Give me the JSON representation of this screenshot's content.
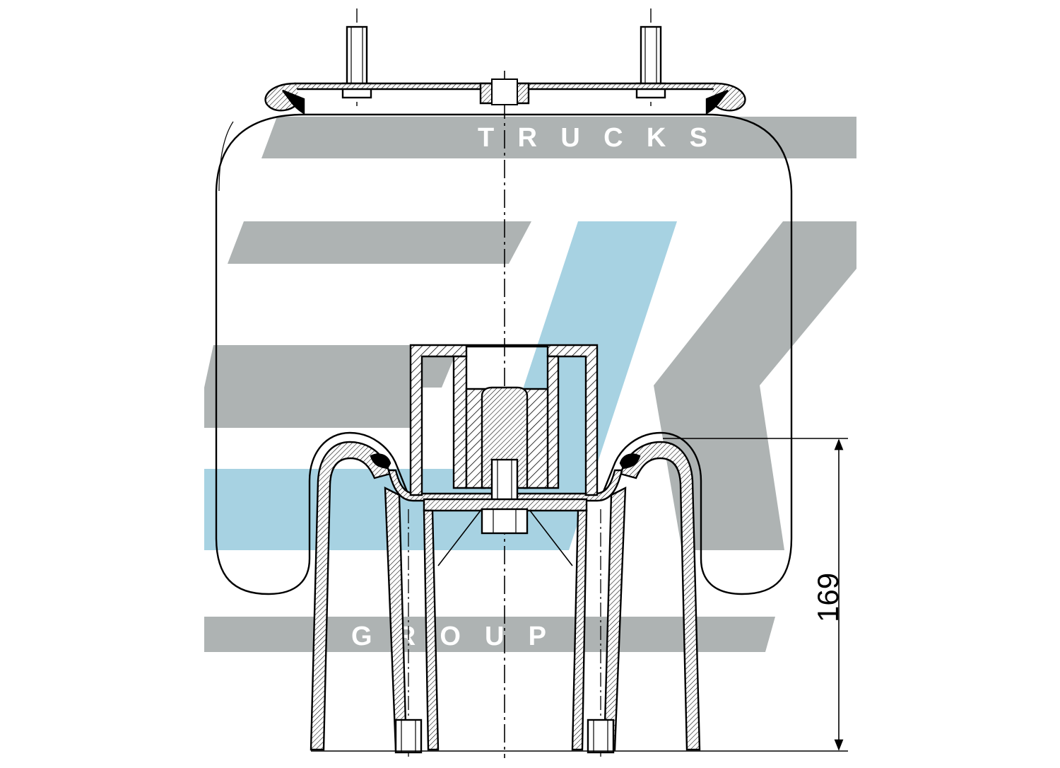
{
  "watermark": {
    "top_word": "T R U C K S",
    "bottom_word": "G R O U P",
    "grey": "#aeb3b3",
    "blue": "#a7d2e2"
  },
  "dimension": {
    "value": "169"
  },
  "colors": {
    "line": "#000000",
    "background": "#ffffff"
  }
}
